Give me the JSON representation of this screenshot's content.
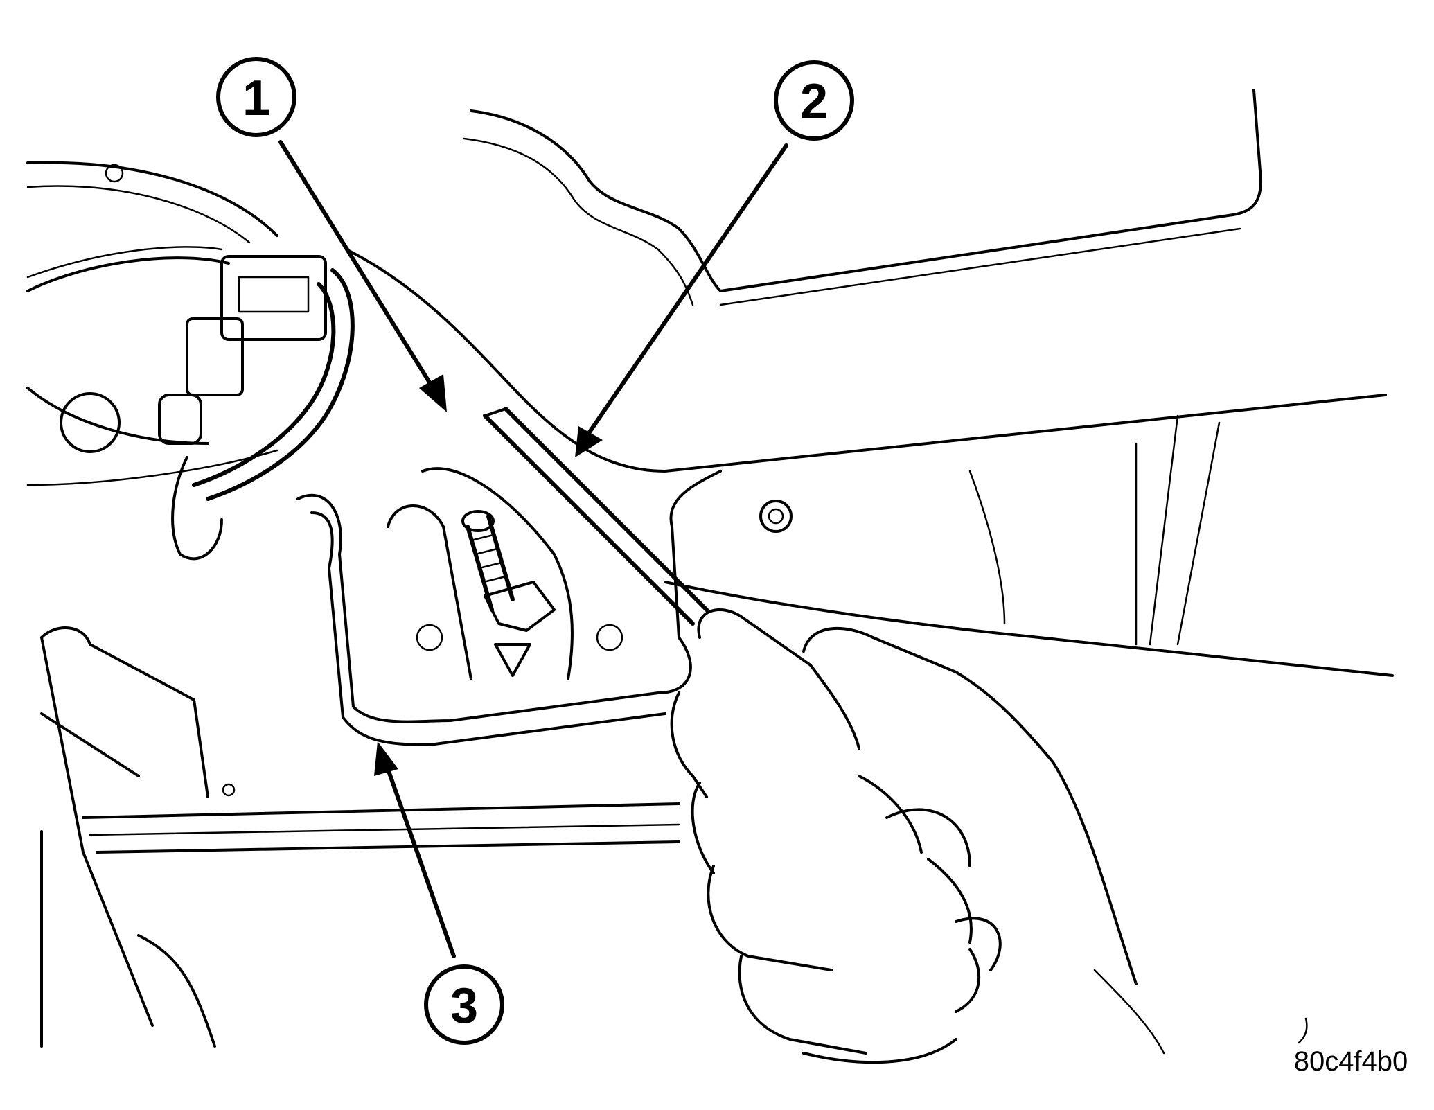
{
  "callouts": {
    "one": "1",
    "two": "2",
    "three": "3"
  },
  "figure_code": "80c4f4b0",
  "colors": {
    "ink": "#000000",
    "paper": "#ffffff"
  }
}
